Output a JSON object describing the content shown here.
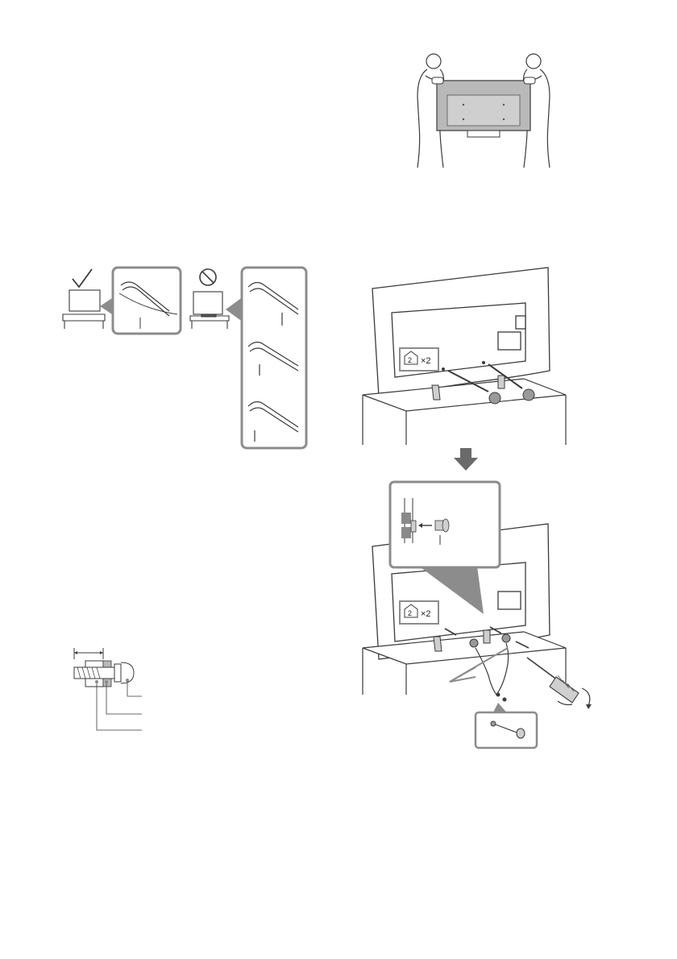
{
  "figures": {
    "carry_tv": {
      "icon": "two-people-carrying-tv"
    },
    "placement": {
      "ok_icon": "check-mark-icon",
      "ng_icon": "prohibited-icon"
    },
    "remove_stand": {
      "quantity_badge": "×2",
      "part_icon": "screw-number-2-icon"
    },
    "attach_stand": {
      "quantity_badge": "×2",
      "part_icon": "screw-number-2-icon",
      "step_icon": "down-arrow-icon"
    },
    "screw_detail": {}
  },
  "colors": {
    "line": "#3a3a3a",
    "fill_grey": "#b9b9b9",
    "dark_grey": "#8a8a8a",
    "frame": "#8c8c8c"
  }
}
